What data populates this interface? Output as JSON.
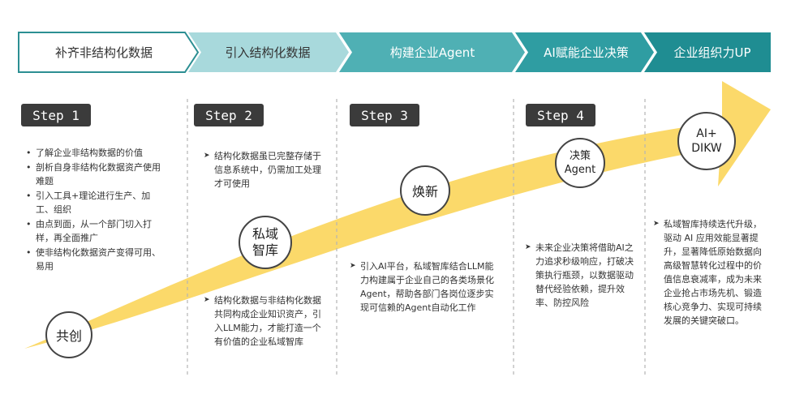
{
  "header": {
    "stages": [
      {
        "label": "补齐非结构化数据"
      },
      {
        "label": "引入结构化数据"
      },
      {
        "label": "构建企业Agent"
      },
      {
        "label": "AI赋能企业决策"
      },
      {
        "label": "企业组织力UP"
      }
    ]
  },
  "steps": [
    {
      "label": "Step 1"
    },
    {
      "label": "Step 2"
    },
    {
      "label": "Step 3"
    },
    {
      "label": "Step 4"
    }
  ],
  "milestones": {
    "gongchuang": "共创",
    "siyu_line1": "私域",
    "siyu_line2": "智库",
    "huanxin": "焕新",
    "juece_line1": "决策",
    "juece_line2": "Agent",
    "aidikw_line1": "AI+",
    "aidikw_line2": "DIKW"
  },
  "step1": {
    "items": [
      "了解企业非结构数据的价值",
      "剖析自身非结构化数据资产使用难题",
      "引入工具+理论进行生产、加工、组织",
      "由点到面，从一个部门切入打样，再全面推广",
      "使非结构化数据资产变得可用、易用"
    ]
  },
  "step2": {
    "top_note": "结构化数据虽已完整存储于信息系统中，仍需加工处理才可使用",
    "bottom_note": "结构化数据与非结构化数据共同构成企业知识资产，引入LLM能力，才能打造一个有价值的企业私域智库"
  },
  "step3": {
    "note": "引入AI平台，私域智库结合LLM能力构建属于企业自己的各类场景化Agent，帮助各部门各岗位逐步实现可信赖的Agent自动化工作"
  },
  "step4": {
    "note": "未来企业决策将借助AI之力追求秒级响应，打破决策执行瓶颈，以数据驱动替代经验依赖，提升效率、防控风险"
  },
  "step5": {
    "note": "私域智库持续迭代升级，驱动 AI 应用效能显著提升，显著降低原始数据向高级智慧转化过程中的价值信息衰减率，成为未来企业抢占市场先机、锻造核心竞争力、实现可持续发展的关键突破口。"
  },
  "colors": {
    "stage1_fill": "#ffffff",
    "stage1_border": "#2c8f93",
    "stage2_fill": "#a8d9dc",
    "stage3_fill": "#4fb0b4",
    "stage4_fill": "#2f9da2",
    "stage5_fill": "#1f8d92",
    "arrow_yellow": "#fbd96a",
    "step_badge": "#3b3b3b",
    "divider": "#b5b5b5"
  }
}
